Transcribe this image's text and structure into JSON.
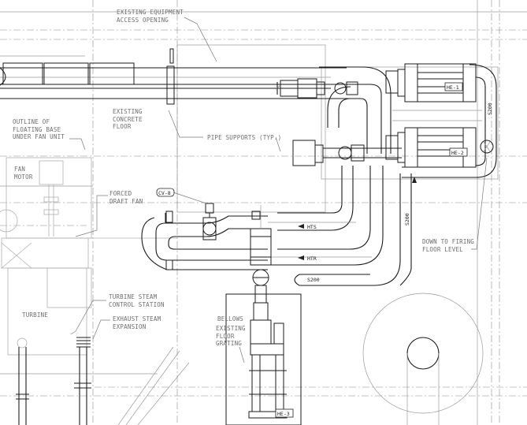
{
  "labels": {
    "access_opening": "EXISTING EQUIPMENT\nACCESS OPENING",
    "existing_floor": "EXISTING\nCONCRETE\nFLOOR",
    "outline_base": "OUTLINE OF\nFLOATING BASE\nUNDER FAN UNIT",
    "pipe_supports": "PIPE SUPPORTS (TYP.)",
    "fan_motor": "FAN\nMOTOR",
    "forced_draft_fan": "FORCED\nDRAFT FAN",
    "turbine": "TURBINE",
    "turbine_control": "TURBINE STEAM\nCONTROL STATION",
    "exhaust_expansion": "EXHAUST STEAM\nEXPANSION",
    "bellows": "BELLOWS",
    "existing_grating": "EXISTING\nFLOOR\nGRATING",
    "down_to_firing": "DOWN TO FIRING\nFLOOR LEVEL"
  },
  "tags": {
    "he1": "HE-1",
    "he2": "HE-2",
    "he3": "HE-3",
    "cv8": "CV-8",
    "hts": "HTS",
    "htr": "HTR",
    "s200_right": "S200",
    "s200_mid": "S200",
    "s200_bottom": "S200"
  }
}
